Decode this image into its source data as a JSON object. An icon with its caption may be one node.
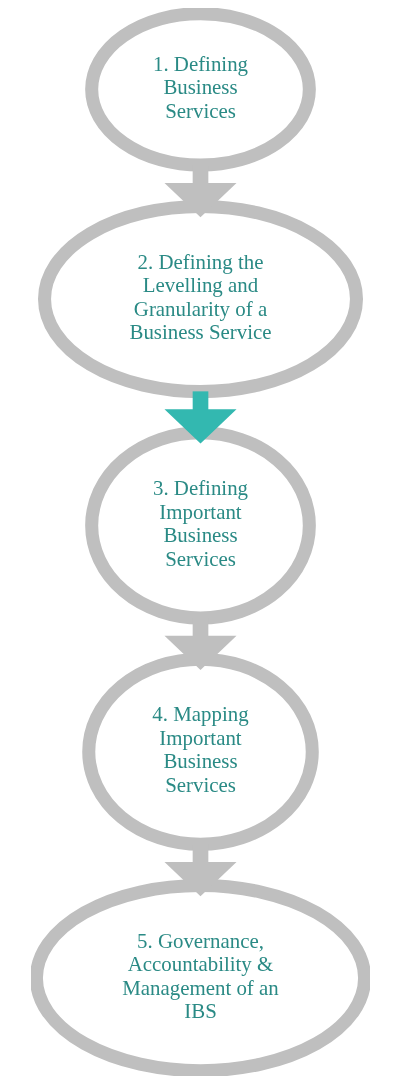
{
  "diagram": {
    "nodes": [
      {
        "text": [
          "1. Defining Business Services"
        ]
      },
      {
        "text": [
          "2. Defining the Levelling and Granularity of a Business Service"
        ]
      },
      {
        "text": [
          "3. Defining Important Business Services"
        ]
      },
      {
        "text": [
          "4. Mapping Important Business Services"
        ]
      },
      {
        "text": [
          "5. Governance, Accountability & Management of an IBS"
        ]
      }
    ],
    "edges": [
      {
        "from": 0,
        "to": 1,
        "arrow": "to"
      },
      {
        "from": 1,
        "to": 2,
        "arrow": "to",
        "color": "#33b8b0"
      },
      {
        "from": 2,
        "to": 3,
        "arrow": "to"
      },
      {
        "from": 3,
        "to": 4,
        "arrow": "to"
      }
    ]
  }
}
